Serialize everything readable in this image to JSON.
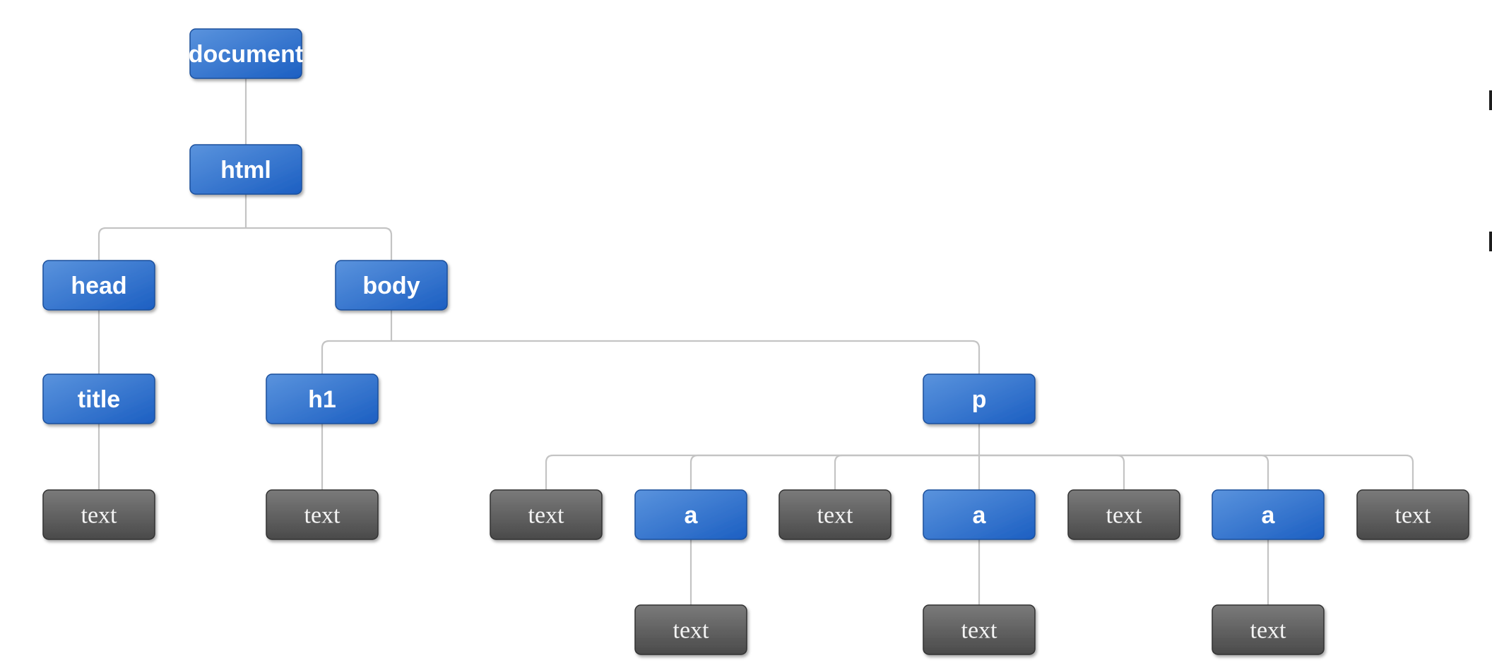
{
  "colors": {
    "element_top": "#5a93dd",
    "element_bottom": "#1c5fc2",
    "element_border": "#1a4f9c",
    "text_top": "#7a7a7a",
    "text_bottom": "#4a4a4a",
    "text_border": "#333333",
    "connector": "#c4c4c4"
  },
  "nodes": [
    {
      "id": "document",
      "label": "document",
      "kind": "element"
    },
    {
      "id": "html",
      "label": "html",
      "kind": "element"
    },
    {
      "id": "head",
      "label": "head",
      "kind": "element"
    },
    {
      "id": "body",
      "label": "body",
      "kind": "element"
    },
    {
      "id": "title",
      "label": "title",
      "kind": "element"
    },
    {
      "id": "title_text",
      "label": "text",
      "kind": "text"
    },
    {
      "id": "h1",
      "label": "h1",
      "kind": "element"
    },
    {
      "id": "h1_text",
      "label": "text",
      "kind": "text"
    },
    {
      "id": "p",
      "label": "p",
      "kind": "element"
    },
    {
      "id": "p_text_1",
      "label": "text",
      "kind": "text"
    },
    {
      "id": "a_1",
      "label": "a",
      "kind": "element"
    },
    {
      "id": "p_text_2",
      "label": "text",
      "kind": "text"
    },
    {
      "id": "a_2",
      "label": "a",
      "kind": "element"
    },
    {
      "id": "p_text_3",
      "label": "text",
      "kind": "text"
    },
    {
      "id": "a_3",
      "label": "a",
      "kind": "element"
    },
    {
      "id": "p_text_4",
      "label": "text",
      "kind": "text"
    },
    {
      "id": "a_1_text",
      "label": "text",
      "kind": "text"
    },
    {
      "id": "a_2_text",
      "label": "text",
      "kind": "text"
    },
    {
      "id": "a_3_text",
      "label": "text",
      "kind": "text"
    }
  ],
  "edges": [
    [
      "document",
      "html"
    ],
    [
      "html",
      "head"
    ],
    [
      "html",
      "body"
    ],
    [
      "head",
      "title"
    ],
    [
      "title",
      "title_text"
    ],
    [
      "body",
      "h1"
    ],
    [
      "body",
      "p"
    ],
    [
      "h1",
      "h1_text"
    ],
    [
      "p",
      "p_text_1"
    ],
    [
      "p",
      "a_1"
    ],
    [
      "p",
      "p_text_2"
    ],
    [
      "p",
      "a_2"
    ],
    [
      "p",
      "p_text_3"
    ],
    [
      "p",
      "a_3"
    ],
    [
      "p",
      "p_text_4"
    ],
    [
      "a_1",
      "a_1_text"
    ],
    [
      "a_2",
      "a_2_text"
    ],
    [
      "a_3",
      "a_3_text"
    ]
  ]
}
